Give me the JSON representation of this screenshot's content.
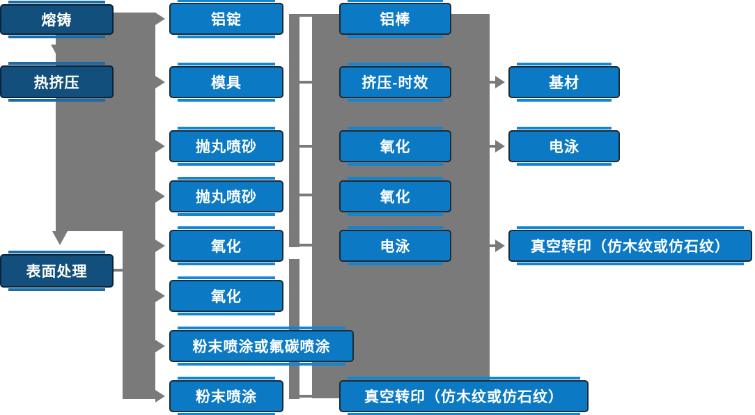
{
  "colors": {
    "dark_stage_box": "#124f7c",
    "bright_process_box": "#0b79c4",
    "connector_gray": "#7a7a7a",
    "box_text": "#ffffff"
  },
  "columns": [
    {
      "name": "main-stages",
      "nodes": [
        {
          "id": "melting",
          "label": "熔铸"
        },
        {
          "id": "hot-extrusion",
          "label": "热挤压"
        },
        {
          "id": "surface-treatment",
          "label": "表面处理"
        }
      ]
    },
    {
      "name": "process-steps-left",
      "nodes": [
        {
          "id": "aluminum-ingot",
          "label": "铝锭"
        },
        {
          "id": "mold",
          "label": "模具"
        },
        {
          "id": "shot-blasting-1",
          "label": "抛丸喷砂"
        },
        {
          "id": "shot-blasting-2",
          "label": "抛丸喷砂"
        },
        {
          "id": "oxidation-1",
          "label": "氧化"
        },
        {
          "id": "oxidation-2",
          "label": "氧化"
        },
        {
          "id": "powder-or-fluorocarbon-coating",
          "label": "粉末喷涂或氟碳喷涂"
        },
        {
          "id": "powder-coating",
          "label": "粉末喷涂"
        }
      ]
    },
    {
      "name": "process-steps-middle",
      "nodes": [
        {
          "id": "aluminum-rod",
          "label": "铝棒"
        },
        {
          "id": "extrusion-aging",
          "label": "挤压-时效"
        },
        {
          "id": "oxidation-3",
          "label": "氧化"
        },
        {
          "id": "oxidation-4",
          "label": "氧化"
        },
        {
          "id": "electrophoresis-1",
          "label": "电泳"
        },
        {
          "id": "vacuum-transfer-print-1",
          "label": "真空转印（仿木纹或仿石纹）"
        }
      ]
    },
    {
      "name": "outputs",
      "nodes": [
        {
          "id": "base-material",
          "label": "基材"
        },
        {
          "id": "electrophoresis-2",
          "label": "电泳"
        },
        {
          "id": "vacuum-transfer-print-2",
          "label": "真空转印（仿木纹或仿石纹）"
        }
      ]
    }
  ],
  "edges": [
    [
      "melting",
      "hot-extrusion"
    ],
    [
      "melting",
      "aluminum-ingot"
    ],
    [
      "hot-extrusion",
      "surface-treatment"
    ],
    [
      "stage-trunk",
      "mold"
    ],
    [
      "stage-trunk",
      "shot-blasting-1"
    ],
    [
      "stage-trunk",
      "shot-blasting-2"
    ],
    [
      "stage-trunk",
      "oxidation-1"
    ],
    [
      "surface-treatment",
      "oxidation-2"
    ],
    [
      "surface-treatment",
      "powder-or-fluorocarbon-coating"
    ],
    [
      "surface-treatment",
      "powder-coating"
    ],
    [
      "merge-band",
      "base-material"
    ],
    [
      "merge-band",
      "electrophoresis-2"
    ],
    [
      "merge-band",
      "vacuum-transfer-print-2"
    ],
    [
      "merge-bar-lower",
      "vacuum-transfer-print-1"
    ]
  ]
}
